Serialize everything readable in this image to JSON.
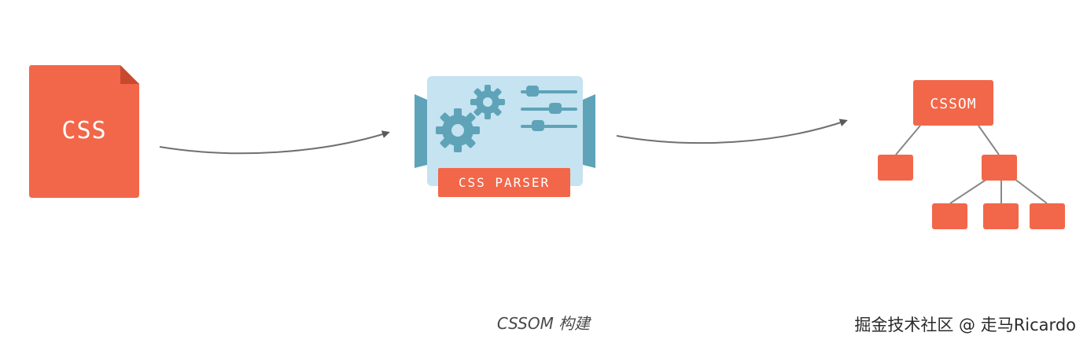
{
  "css_file": {
    "label": "CSS",
    "color": "#f26749"
  },
  "parser": {
    "label": "CSS PARSER",
    "panel_color": "#c5e3f0",
    "accent_color": "#5fa3b8"
  },
  "tree": {
    "root_label": "CSSOM",
    "node_color": "#f26749",
    "edge_color": "#888888"
  },
  "caption": "CSSOM 构建",
  "watermark": "掘金技术社区 @ 走马Ricardo"
}
